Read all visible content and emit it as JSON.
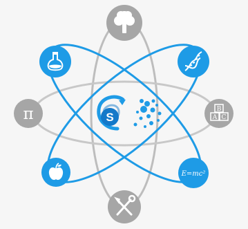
{
  "colors": {
    "background": "#f6f6f6",
    "blue": "#1e9be6",
    "blue_dark": "#1479c9",
    "gray": "#a6a6a6",
    "gray_orbit": "#bdbdbd",
    "white": "#ffffff"
  },
  "center": {
    "logo_letter": "S",
    "logo_icon": "s-arrow-logo-icon",
    "molecule_icon": "molecule-icon"
  },
  "nodes": [
    {
      "id": "tree",
      "icon": "tree-icon",
      "style": "gray"
    },
    {
      "id": "flask",
      "icon": "flask-icon",
      "style": "blue"
    },
    {
      "id": "dna",
      "icon": "dna-icon",
      "style": "blue"
    },
    {
      "id": "pi",
      "icon": "pi-icon",
      "style": "gray",
      "text": "π"
    },
    {
      "id": "blocks",
      "icon": "abc-blocks-icon",
      "style": "gray",
      "letters": [
        "B",
        "A",
        "C"
      ]
    },
    {
      "id": "apple",
      "icon": "apple-icon",
      "style": "blue"
    },
    {
      "id": "einstein",
      "icon": "emc2-icon",
      "style": "blue",
      "text": "E=mc²"
    },
    {
      "id": "tools",
      "icon": "tools-icon",
      "style": "gray"
    }
  ]
}
